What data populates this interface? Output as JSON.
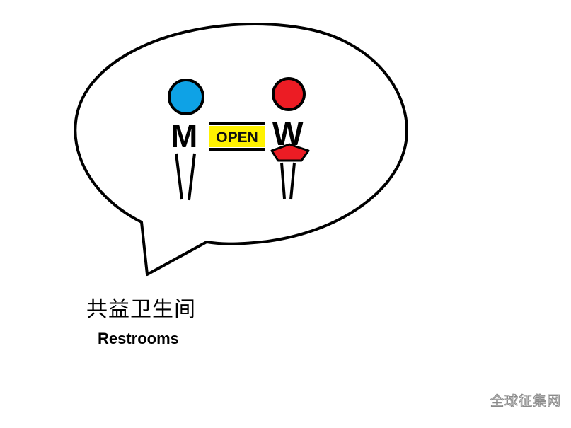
{
  "sign": {
    "men_label": "M",
    "women_label": "W",
    "status_label": "OPEN"
  },
  "caption": {
    "chinese": "共益卫生间",
    "english": "Restrooms"
  },
  "watermark": {
    "text": "全球征集网"
  },
  "colors": {
    "men_head": "#0EA2E6",
    "women_head": "#EC1C24",
    "open_background": "#FFF200",
    "outline": "#000000",
    "background": "#FFFFFF"
  },
  "icons": [
    "speech-bubble-icon",
    "man-figure-icon",
    "woman-figure-icon",
    "dress-icon"
  ]
}
